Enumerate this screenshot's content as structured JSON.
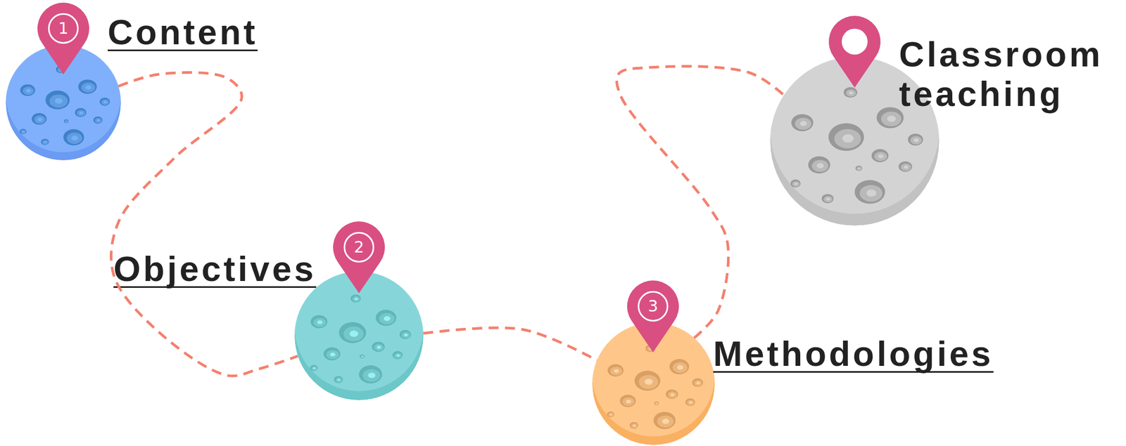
{
  "diagram": {
    "nodes": [
      {
        "text": [
          "Content"
        ]
      },
      {
        "text": [
          "Objectives"
        ]
      },
      {
        "text": [
          "Methodologies"
        ]
      },
      {
        "text": [
          "Classroom teaching"
        ]
      }
    ],
    "edges": [
      {
        "from": 0,
        "to": 1,
        "arrow": "none"
      },
      {
        "from": 1,
        "to": 2,
        "arrow": "none"
      },
      {
        "from": 2,
        "to": 3,
        "arrow": "none"
      }
    ],
    "labels": [
      "1",
      "2",
      "3"
    ]
  }
}
